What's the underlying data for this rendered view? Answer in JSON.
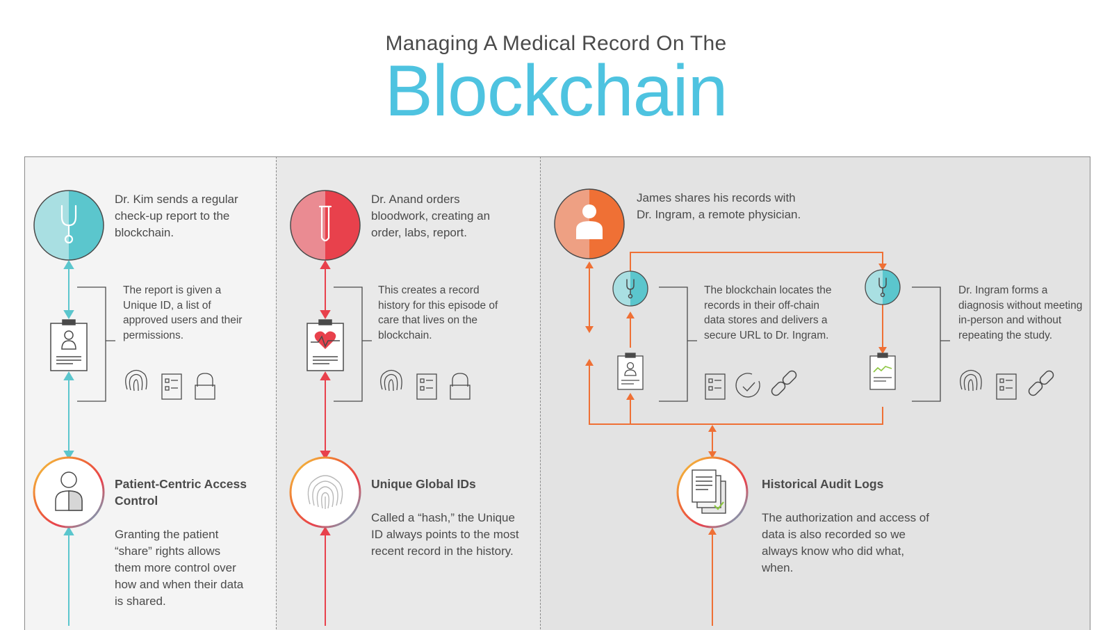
{
  "header": {
    "subtitle": "Managing A Medical Record On The",
    "title": "Blockchain"
  },
  "colors": {
    "teal": "#5bc6cd",
    "red": "#e8414c",
    "orange": "#ef7035",
    "title_blue": "#4ec3e0",
    "line_gray": "#4a4a4a"
  },
  "column1": {
    "event_text": "Dr. Kim sends a regular check-up report to the blockchain.",
    "detail_text": "The report is given a Unique ID, a list of approved users and their permissions.",
    "feature_title": "Patient-Centric Access Control",
    "feature_text": "Granting the patient “share” rights allows them more control over how and when their data is shared.",
    "icons": [
      "stethoscope-icon",
      "clipboard-user-icon",
      "fingerprint-icon",
      "list-icon",
      "lock-icon",
      "patient-icon"
    ]
  },
  "column2": {
    "event_text": "Dr. Anand orders bloodwork, creating an order, labs, report.",
    "detail_text": "This creates a record history for this episode of care that lives on the blockchain.",
    "feature_title": "Unique Global IDs",
    "feature_text": "Called a “hash,” the Unique ID always points to the most recent record in the history.",
    "icons": [
      "test-tube-icon",
      "clipboard-heart-icon",
      "fingerprint-icon",
      "list-icon",
      "lock-icon",
      "fingerprint-icon"
    ]
  },
  "column3": {
    "event_text": "James shares his records with Dr. Ingram, a remote physician.",
    "locate_text": "The blockchain locates the records in their off-chain data stores and delivers a secure URL to Dr. Ingram.",
    "diagnosis_text": "Dr. Ingram forms a diagnosis without meeting in-person and without repeating the study.",
    "feature_title": "Historical Audit Logs",
    "feature_text": "The authorization and access of data is also recorded so we always know who did what, when.",
    "icons": [
      "person-icon",
      "stethoscope-icon",
      "clipboard-user-icon",
      "clipboard-chart-icon",
      "list-icon",
      "check-circle-icon",
      "link-icon",
      "fingerprint-icon",
      "documents-check-icon"
    ]
  }
}
